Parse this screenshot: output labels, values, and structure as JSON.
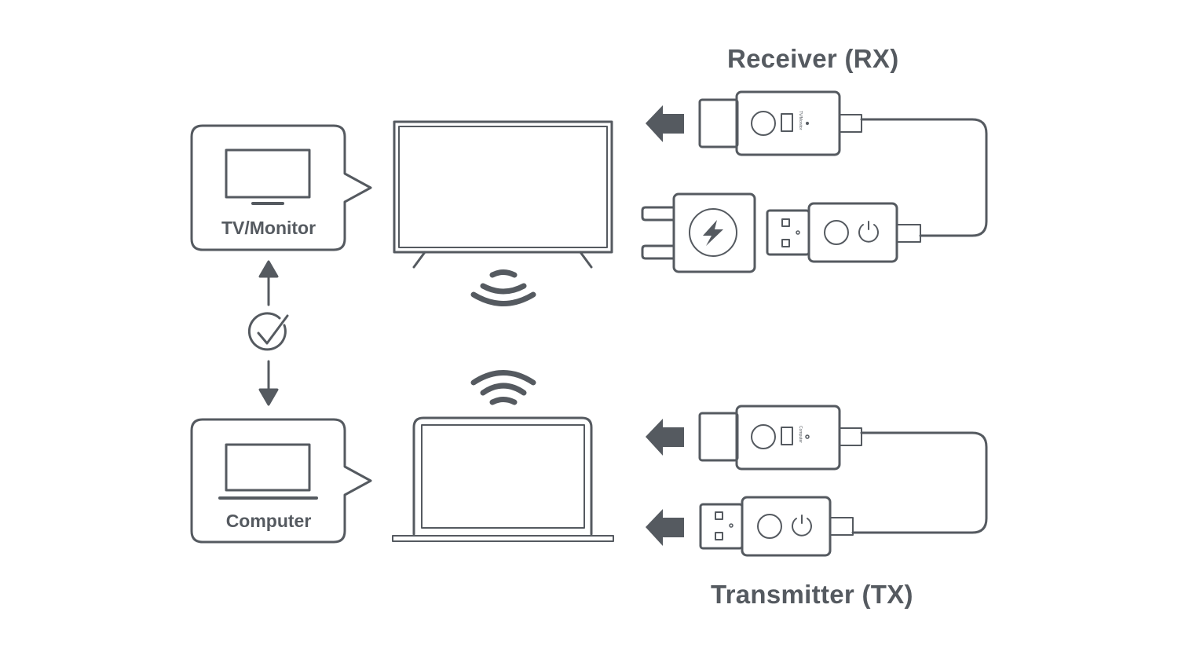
{
  "titles": {
    "receiver": "Receiver (RX)",
    "transmitter": "Transmitter (TX)"
  },
  "boxes": {
    "tv": {
      "label": "TV/Monitor",
      "icon": "monitor-icon"
    },
    "computer": {
      "label": "Computer",
      "icon": "laptop-icon"
    }
  },
  "device_labels": {
    "receiver": "TV/Monitor",
    "transmitter": "Computer"
  },
  "icons": {
    "check": "check-circle-icon",
    "power": "power-icon",
    "bolt": "lightning-icon",
    "wifi": "wifi-icon"
  },
  "colors": {
    "stroke": "#555a60",
    "background": "#ffffff"
  }
}
